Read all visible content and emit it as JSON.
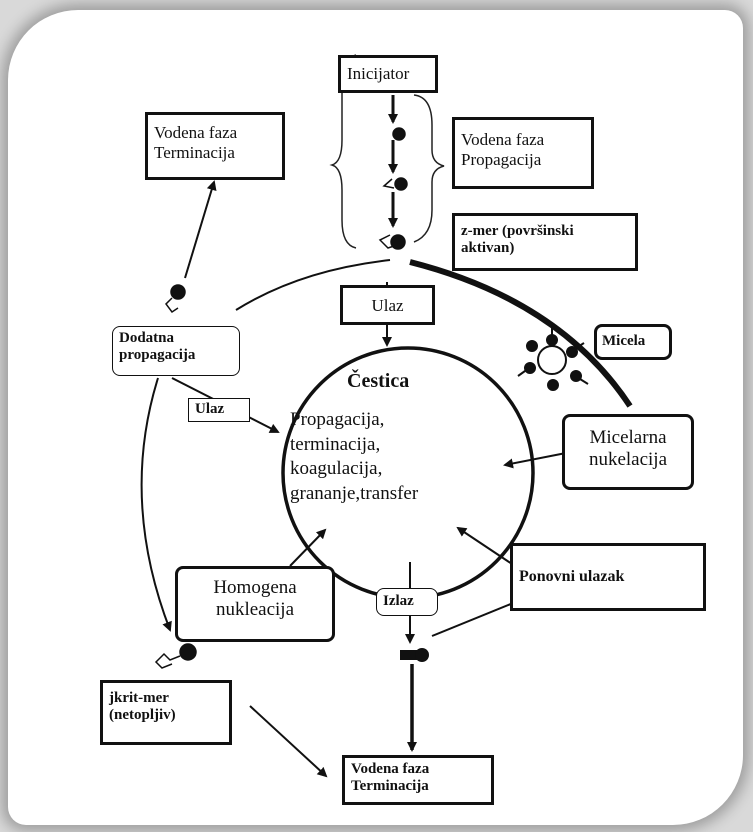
{
  "labels": {
    "inicijator": "Inicijator",
    "vodena_faza_terminacija_top_1": "Vodena faza",
    "vodena_faza_terminacija_top_2": "Terminacija",
    "vodena_faza_propagacija_1": "Vodena faza",
    "vodena_faza_propagacija_2": "Propagacija",
    "z_mer_1": "z-mer (površinski",
    "z_mer_2": "aktivan)",
    "ulaz_top": "Ulaz",
    "dodatna_propagacija_1": "Dodatna",
    "dodatna_propagacija_2": "propagacija",
    "micela": "Micela",
    "cestica": "Čestica",
    "ulaz_left": "Ulaz",
    "particle_1": "Propagacija,",
    "particle_2": "terminacija,",
    "particle_3": "koagulacija,",
    "particle_4": "grananje,transfer",
    "micelarna_1": "Micelarna",
    "micelarna_2": "nukelacija",
    "homogena_1": "Homogena",
    "homogena_2": "nukleacija",
    "ponovni_ulazak": "Ponovni ulazak",
    "izlaz": "Izlaz",
    "jkrit_1": "jkrit-mer",
    "jkrit_2": "(netopljiv)",
    "vodena_faza_terminacija_bottom_1": "Vodena faza",
    "vodena_faza_terminacija_bottom_2": "Terminacija"
  }
}
